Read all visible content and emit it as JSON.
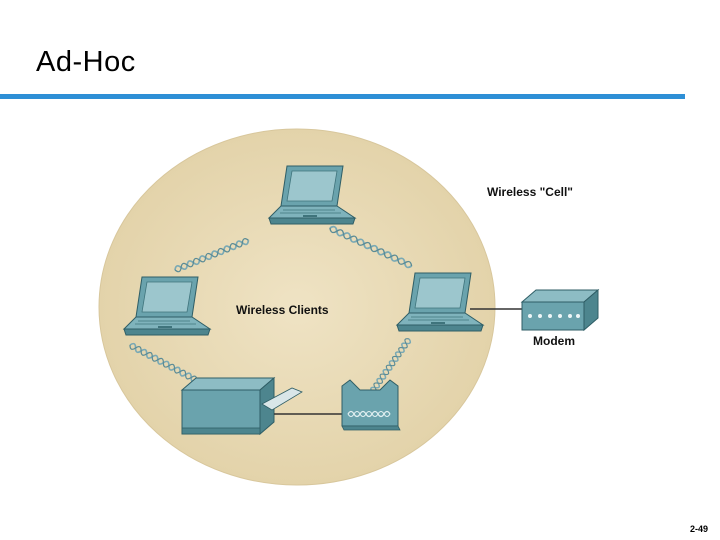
{
  "slide": {
    "title": "Ad-Hoc",
    "page_number": "2-49"
  },
  "diagram": {
    "cell_label": "Wireless \"Cell\"",
    "clients_label": "Wireless Clients",
    "modem_label": "Modem",
    "icons": [
      "laptop-icon",
      "laptop-icon",
      "laptop-icon",
      "printer-icon",
      "wireless-adapter-icon",
      "modem-icon"
    ]
  },
  "colors": {
    "accent_rule": "#2e8fd6",
    "cell_fill": "#e9dcb9",
    "device_teal": "#5f9ea8",
    "wireless_wave": "#7aa9b4"
  }
}
